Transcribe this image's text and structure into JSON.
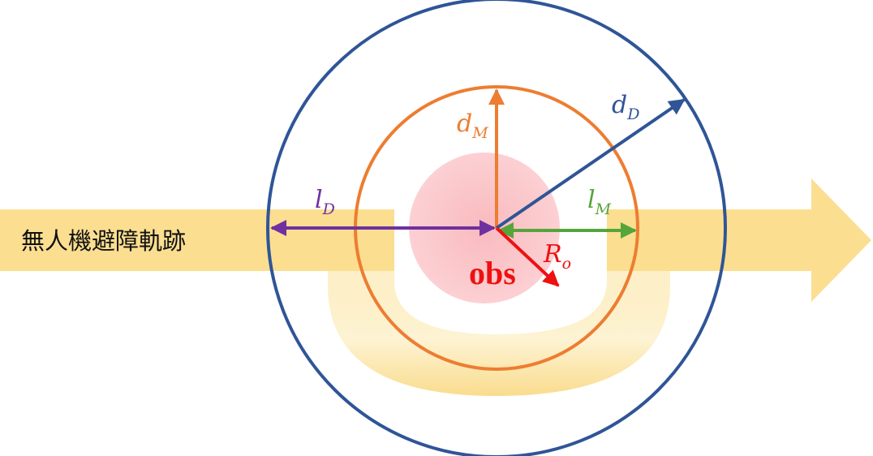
{
  "trajectory": {
    "label": "無人機避障軌跡",
    "color": "#f9d36b"
  },
  "obstacle": {
    "label": "obs",
    "label_color": "#ee1111",
    "fill_color": "#f9b3b8"
  },
  "circles": {
    "outer_color": "#2f5597",
    "inner_color": "#ed7d31"
  },
  "arrows": {
    "l_D": {
      "main": "l",
      "sub": "D",
      "color": "#7030a0"
    },
    "l_M": {
      "main": "l",
      "sub": "M",
      "color": "#56a53b"
    },
    "d_M": {
      "main": "d",
      "sub": "M",
      "color": "#ed7d31"
    },
    "d_D": {
      "main": "d",
      "sub": "D",
      "color": "#2f5597"
    },
    "R_o": {
      "main": "R",
      "sub": "o",
      "color": "#ee1111"
    }
  }
}
